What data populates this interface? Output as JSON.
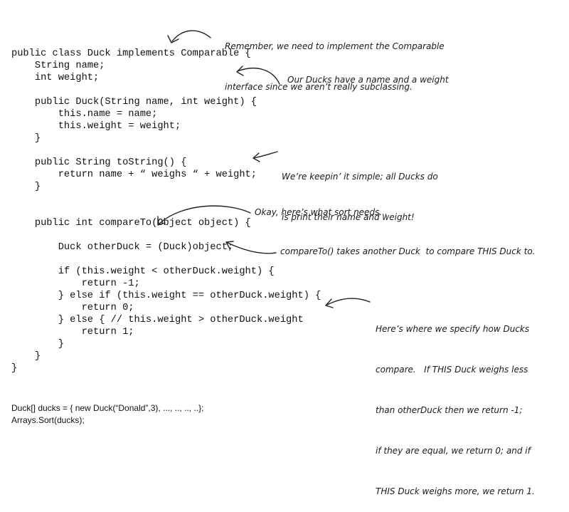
{
  "code": {
    "lines": [
      "public class Duck implements Comparable {",
      "    String name;",
      "    int weight;",
      "",
      "    public Duck(String name, int weight) {",
      "        this.name = name;",
      "        this.weight = weight;",
      "    }",
      "",
      "    public String toString() {",
      "        return name + “ weighs “ + weight;",
      "    }",
      "",
      "",
      "    public int compareTo(Object object) {",
      "",
      "        Duck otherDuck = (Duck)object;",
      "",
      "        if (this.weight < otherDuck.weight) {",
      "            return -1;",
      "        } else if (this.weight == otherDuck.weight) {",
      "            return 0;",
      "        } else { // this.weight > otherDuck.weight",
      "            return 1;",
      "        }",
      "    }",
      "}"
    ]
  },
  "usage": {
    "line1": "Duck[] ducks = { new Duck(“Donald”,3), ..., .., .., ..};",
    "line2": "Arrays.Sort(ducks);"
  },
  "annotations": {
    "comparable": [
      "Remember, we need to implement the Comparable",
      "interface since we aren’t really subclassing."
    ],
    "name_weight": "Our Ducks have a name and a weight",
    "to_string": [
      "We’re keepin’ it simple; all Ducks do",
      "is print their name and weight!"
    ],
    "sort_needs": "Okay, here’s what sort needs...",
    "compare_to": "compareTo() takes another Duck  to compare THIS Duck to.",
    "specify": [
      "Here’s where we specify how Ducks",
      "compare.   If THIS Duck weighs less",
      "than otherDuck then we return -1;",
      "if they are equal, we return 0; and if",
      "THIS Duck weighs more, we return 1."
    ]
  }
}
